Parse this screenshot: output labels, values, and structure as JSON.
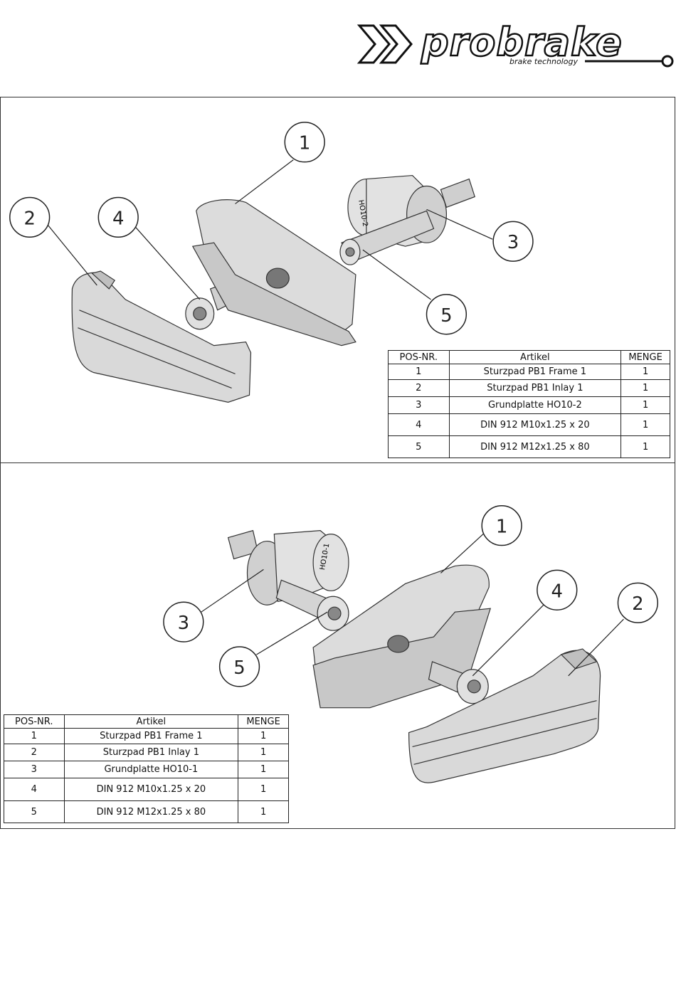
{
  "logo": {
    "brand": "probrake",
    "tagline": "brake technology"
  },
  "bom_top": {
    "headers": [
      "POS-NR.",
      "Artikel",
      "MENGE"
    ],
    "rows": [
      {
        "pos": "1",
        "artikel": "Sturzpad PB1 Frame 1",
        "menge": "1"
      },
      {
        "pos": "2",
        "artikel": "Sturzpad PB1 Inlay 1",
        "menge": "1"
      },
      {
        "pos": "3",
        "artikel": "Grundplatte HO10-2",
        "menge": "1"
      },
      {
        "pos": "4",
        "artikel": "DIN 912 M10x1.25 x 20",
        "menge": "1"
      },
      {
        "pos": "5",
        "artikel": "DIN 912 M12x1.25 x 80",
        "menge": "1"
      }
    ]
  },
  "bom_bottom": {
    "headers": [
      "POS-NR.",
      "Artikel",
      "MENGE"
    ],
    "rows": [
      {
        "pos": "1",
        "artikel": "Sturzpad PB1 Frame 1",
        "menge": "1"
      },
      {
        "pos": "2",
        "artikel": "Sturzpad PB1 Inlay 1",
        "menge": "1"
      },
      {
        "pos": "3",
        "artikel": "Grundplatte HO10-1",
        "menge": "1"
      },
      {
        "pos": "4",
        "artikel": "DIN 912 M10x1.25 x 20",
        "menge": "1"
      },
      {
        "pos": "5",
        "artikel": "DIN 912 M12x1.25 x 80",
        "menge": "1"
      }
    ]
  },
  "callouts_top": [
    "1",
    "2",
    "3",
    "4",
    "5"
  ],
  "callouts_bottom": [
    "1",
    "2",
    "3",
    "4",
    "5"
  ],
  "part_marks": {
    "top": "HO10-2",
    "bottom": "HO10-1"
  }
}
